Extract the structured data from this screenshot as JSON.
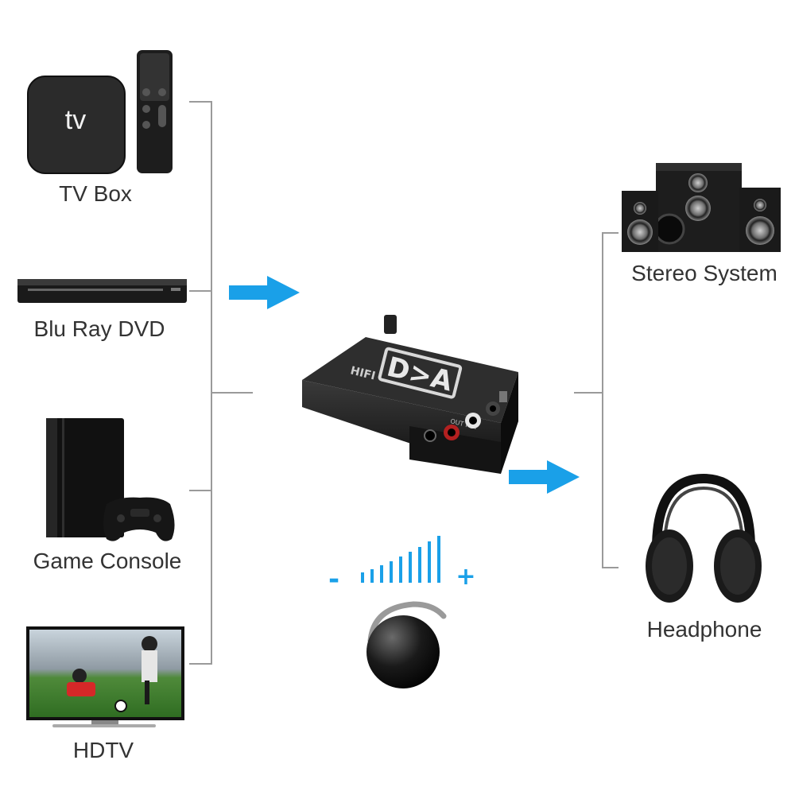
{
  "sources": [
    {
      "label": "TV Box",
      "icon": "tv-box-icon"
    },
    {
      "label": "Blu Ray DVD",
      "icon": "bluray-player-icon"
    },
    {
      "label": "Game Console",
      "icon": "game-console-icon"
    },
    {
      "label": "HDTV",
      "icon": "hdtv-icon"
    }
  ],
  "device": {
    "logo_text": "D>A",
    "brand": "HIFI",
    "port_label": "OUT PUT"
  },
  "tv_box_logo": "tv",
  "outputs": [
    {
      "label": "Stereo System",
      "icon": "stereo-speakers-icon"
    },
    {
      "label": "Headphone",
      "icon": "headphone-icon"
    }
  ],
  "volume": {
    "minus_label": "-",
    "plus_label": "+"
  },
  "colors": {
    "arrow": "#1aa0e8",
    "line": "#9a9a9a",
    "device": "#1c1c1c"
  }
}
